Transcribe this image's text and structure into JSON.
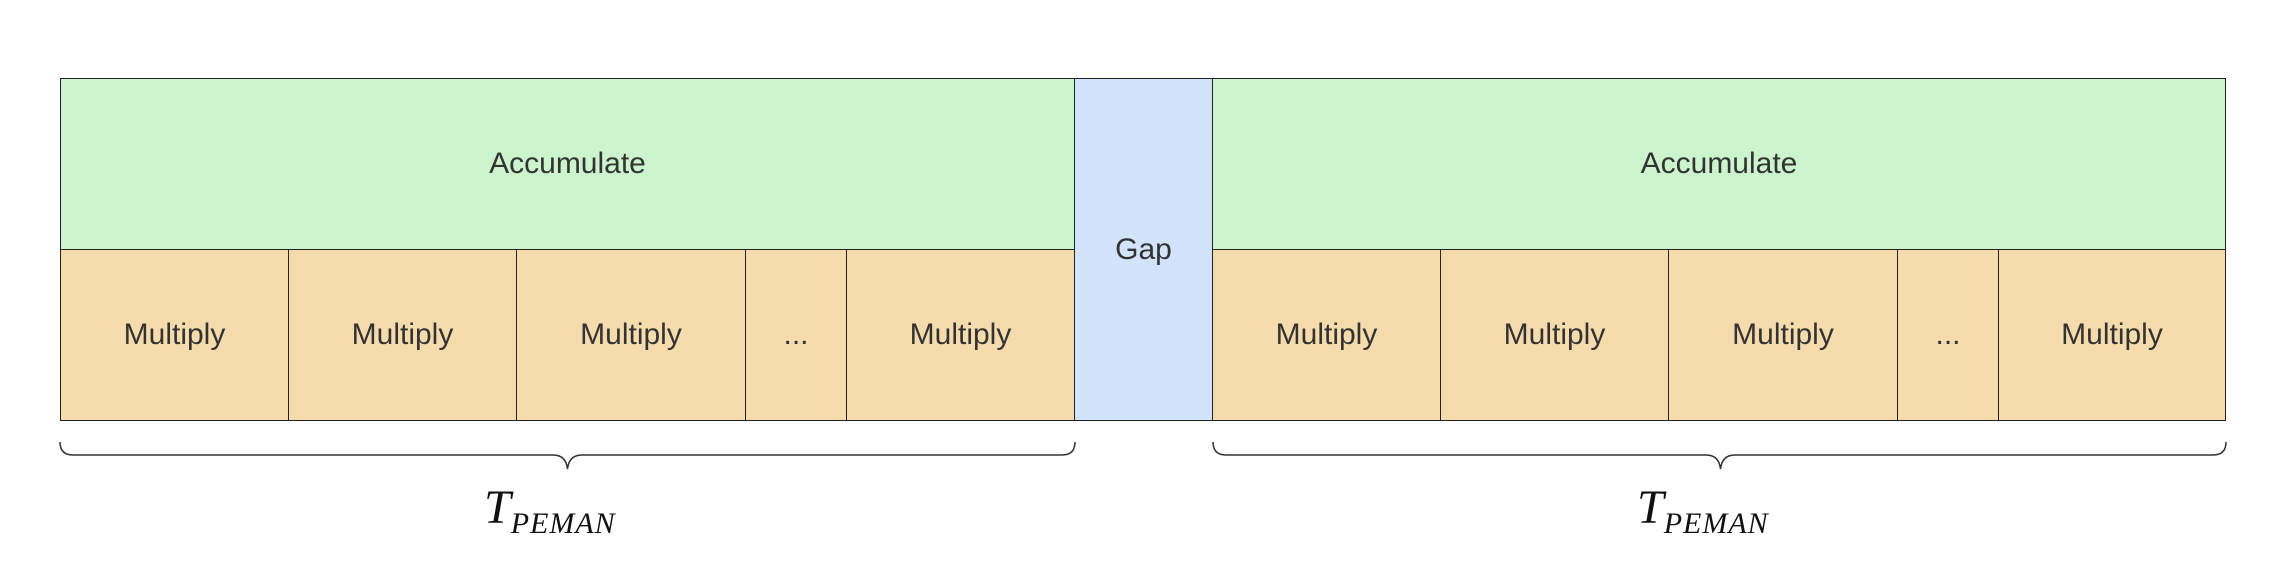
{
  "groups": [
    {
      "accumulate_label": "Accumulate",
      "cells": [
        "Multiply",
        "Multiply",
        "Multiply",
        "...",
        "Multiply"
      ],
      "period_main": "T",
      "period_sub": "PEMAN"
    },
    {
      "accumulate_label": "Accumulate",
      "cells": [
        "Multiply",
        "Multiply",
        "Multiply",
        "...",
        "Multiply"
      ],
      "period_main": "T",
      "period_sub": "PEMAN"
    }
  ],
  "gap_label": "Gap",
  "colors": {
    "accumulate": "#cdf5cd",
    "multiply": "#f6dcac",
    "gap": "#d2e3fc",
    "border": "#222222"
  }
}
